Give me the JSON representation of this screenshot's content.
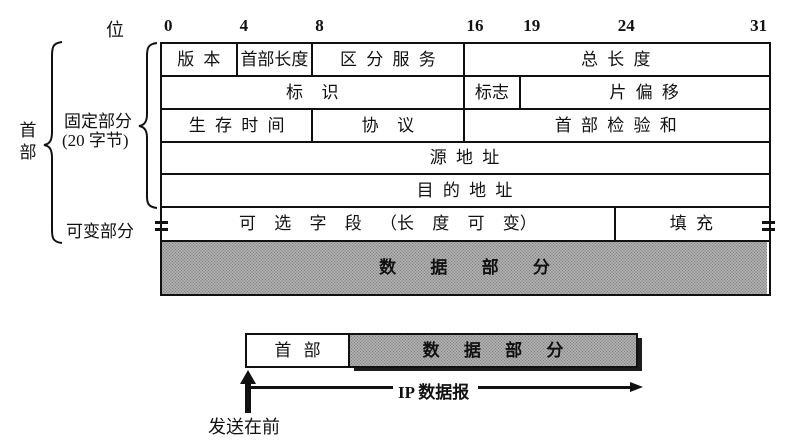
{
  "figure": {
    "bit_word": "位",
    "bit_scale": [
      {
        "bit": 0,
        "label": "0"
      },
      {
        "bit": 4,
        "label": "4"
      },
      {
        "bit": 8,
        "label": "8"
      },
      {
        "bit": 16,
        "label": "16"
      },
      {
        "bit": 19,
        "label": "19"
      },
      {
        "bit": 24,
        "label": "24"
      },
      {
        "bit": 31,
        "label": "31"
      }
    ],
    "left_labels": {
      "header_group": "首部",
      "fixed_part_line1": "固定部分",
      "fixed_part_line2": "(20 字节)",
      "variable_part": "可变部分"
    },
    "table": {
      "total_bits": 32,
      "rows": [
        {
          "name": "row-1",
          "cells": [
            {
              "name": "version",
              "label": "版 本",
              "b0": 0,
              "b1": 4
            },
            {
              "name": "header-length",
              "label": "首部长度",
              "b0": 4,
              "b1": 8
            },
            {
              "name": "differentiated-services",
              "label": "区 分 服 务",
              "b0": 8,
              "b1": 16
            },
            {
              "name": "total-length",
              "label": "总 长 度",
              "b0": 16,
              "b1": 32
            }
          ]
        },
        {
          "name": "row-2",
          "cells": [
            {
              "name": "identification",
              "label": "标  识",
              "b0": 0,
              "b1": 16
            },
            {
              "name": "flags",
              "label": "标志",
              "b0": 16,
              "b1": 19
            },
            {
              "name": "fragment-offset",
              "label": "片 偏 移",
              "b0": 19,
              "b1": 32
            }
          ]
        },
        {
          "name": "row-3",
          "cells": [
            {
              "name": "ttl",
              "label": "生 存 时 间",
              "b0": 0,
              "b1": 8
            },
            {
              "name": "protocol",
              "label": "协  议",
              "b0": 8,
              "b1": 16
            },
            {
              "name": "header-checksum",
              "label": "首 部 检 验 和",
              "b0": 16,
              "b1": 32
            }
          ]
        },
        {
          "name": "row-4",
          "cells": [
            {
              "name": "source-address",
              "label": "源 地 址",
              "b0": 0,
              "b1": 32
            }
          ]
        },
        {
          "name": "row-5",
          "cells": [
            {
              "name": "destination-address",
              "label": "目 的 地 址",
              "b0": 0,
              "b1": 32
            }
          ]
        },
        {
          "name": "row-6",
          "cells": [
            {
              "name": "options",
              "label": "可 选 字 段 （长 度 可 变）",
              "b0": 0,
              "b1": 24,
              "wide": true
            },
            {
              "name": "padding",
              "label": "填 充",
              "b0": 24,
              "b1": 32
            }
          ]
        },
        {
          "name": "row-7",
          "cells": [
            {
              "name": "data-part",
              "label": "数 据 部 分",
              "b0": 0,
              "b1": 32,
              "shaded": true,
              "bold": true
            }
          ]
        }
      ]
    },
    "bottom": {
      "header_box": "首 部",
      "data_box": "数 据 部 分",
      "arrow_label": "IP 数据报",
      "sent_first": "发送在前"
    }
  }
}
